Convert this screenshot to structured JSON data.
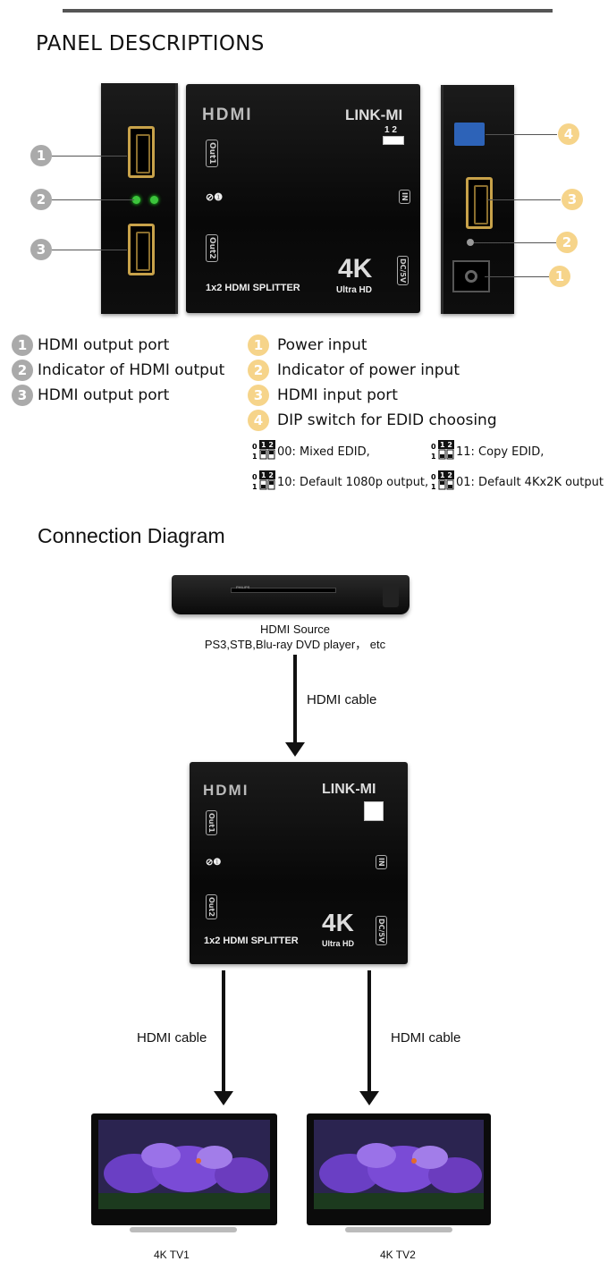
{
  "panel_section": {
    "title": "PANEL DESCRIPTIONS",
    "device_brand": "HDMI",
    "device_maker": "LINK-MI",
    "device_model": "1x2 HDMI SPLITTER",
    "device_4k": "4K",
    "device_ultra": "Ultra HD",
    "device_out1": "Out1",
    "device_out2": "Out2",
    "device_in": "IN",
    "device_dc": "DC/5V",
    "dip_labels": [
      "1",
      "2"
    ],
    "dip_state_labels": [
      "0",
      "1"
    ],
    "left_callouts": [
      "1",
      "2",
      "3"
    ],
    "right_callouts": [
      "4",
      "3",
      "2",
      "1"
    ]
  },
  "legend_left": [
    {
      "num": "1",
      "text": "HDMI output port"
    },
    {
      "num": "2",
      "text": "Indicator of HDMI output"
    },
    {
      "num": "3",
      "text": "HDMI output port"
    }
  ],
  "legend_right": [
    {
      "num": "1",
      "text": "Power input"
    },
    {
      "num": "2",
      "text": "Indicator of power input"
    },
    {
      "num": "3",
      "text": "HDMI input port"
    },
    {
      "num": "4",
      "text": "DIP switch for EDID choosing"
    }
  ],
  "dip_modes": [
    {
      "text": "00: Mixed EDID,"
    },
    {
      "text": "11: Copy EDID,"
    },
    {
      "text": "10: Default 1080p output,"
    },
    {
      "text": "01: Default 4Kx2K output"
    }
  ],
  "connection_section": {
    "title": "Connection Diagram",
    "player_brand": "PHILIPS",
    "source_title": "HDMI Source",
    "source_sub": "PS3,STB,Blu-ray DVD player， etc",
    "cable_top": "HDMI cable",
    "cable_left": "HDMI cable",
    "cable_right": "HDMI cable",
    "tv1": "4K TV1",
    "tv2": "4K TV2"
  },
  "colors": {
    "gray_badge": "#aaaaaa",
    "yellow_badge": "#f6d48a",
    "port_gold": "#c8a24a",
    "led_green": "#3cc43c"
  }
}
